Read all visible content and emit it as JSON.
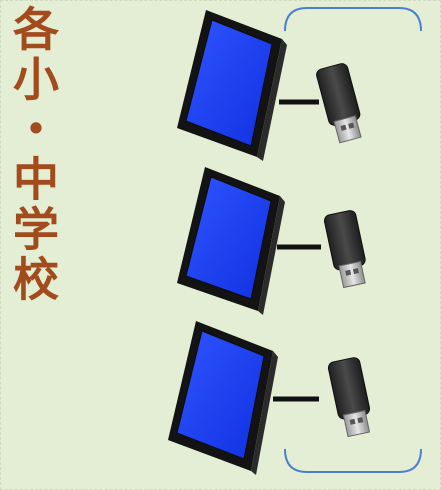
{
  "title_text": "各小・中学校",
  "colors": {
    "background": "#e3eed4",
    "title": "#a24b1d",
    "screen": "#1a3cff",
    "bezel": "#111111",
    "usb_body": "#3a3a3a",
    "usb_connector": "#c8c8c8",
    "bracket": "#4a7fd4"
  },
  "devices": [
    {
      "name": "tablet-with-usb-1",
      "icons": [
        "tablet-icon",
        "usb-drive-icon"
      ]
    },
    {
      "name": "tablet-with-usb-2",
      "icons": [
        "tablet-icon",
        "usb-drive-icon"
      ]
    },
    {
      "name": "tablet-with-usb-3",
      "icons": [
        "tablet-icon",
        "usb-drive-icon"
      ]
    }
  ]
}
